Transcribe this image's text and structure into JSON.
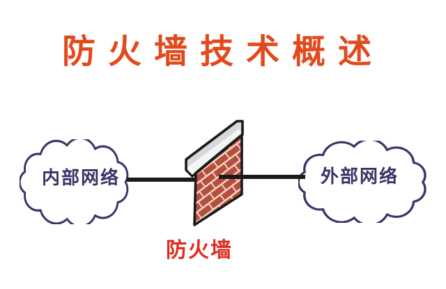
{
  "title": {
    "text": "防火墙技术概述",
    "color": "#e2491c"
  },
  "clouds": {
    "internal": {
      "label": "内部网络"
    },
    "external": {
      "label": "外部网络"
    },
    "outline_color": "#3b3568",
    "fill_color": "#ffffff",
    "label_color": "#3a3366"
  },
  "firewall": {
    "label": "防火墙",
    "label_color": "#df2a1f",
    "brick_color": "#b54e3a",
    "mortar_color": "#efd6cb",
    "cap_top_color": "#d6d8d9",
    "cap_lip_color": "#f4f5f5",
    "outline_color": "#1a1a1a"
  },
  "links": {
    "color": "#1a1a1a"
  }
}
